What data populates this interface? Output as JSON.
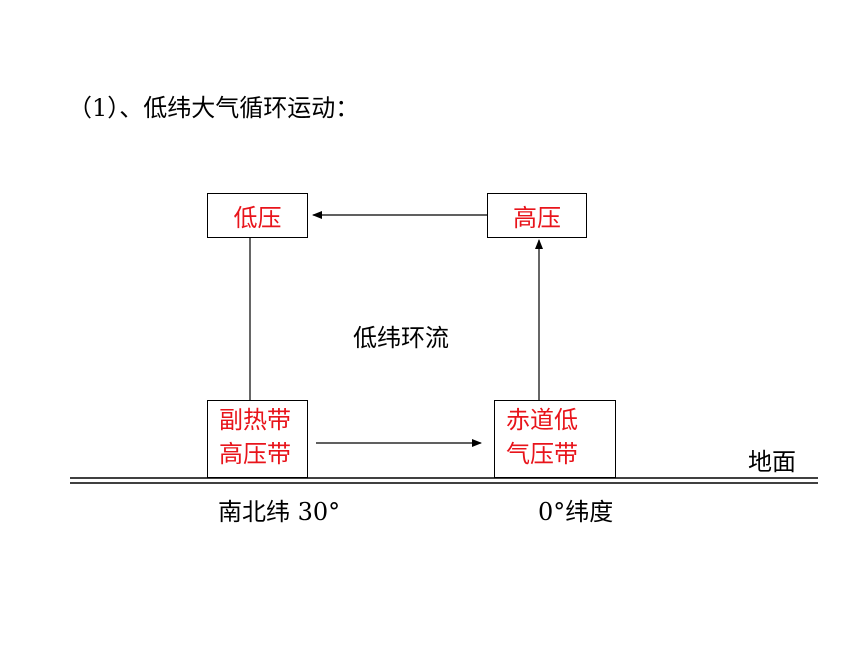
{
  "heading": "（1）、低纬大气循环运动：",
  "boxes": {
    "top_left": "低压",
    "top_right": "高压",
    "bottom_left_line1": "副热带",
    "bottom_left_line2": "高压带",
    "bottom_right_line1": "赤道低",
    "bottom_right_line2": "气压带"
  },
  "center_label": "低纬环流",
  "ground_label": "地面",
  "latitude_labels": {
    "left": "南北纬 30°",
    "right": "0°纬度"
  },
  "colors": {
    "box_text": "#e8141b",
    "line": "#000000"
  }
}
